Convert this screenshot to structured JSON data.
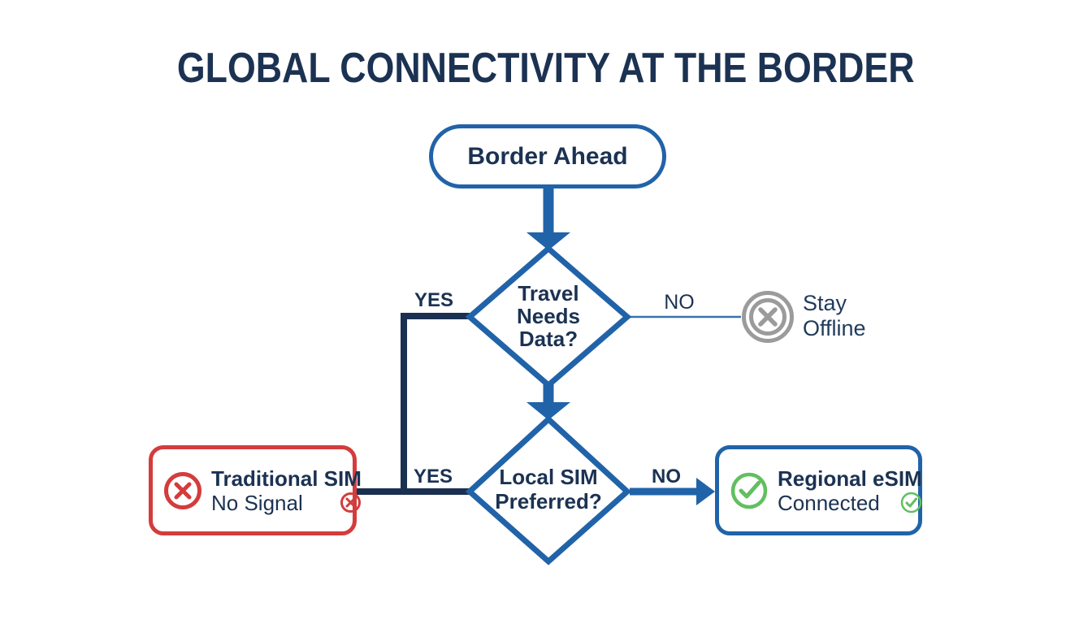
{
  "title": "GLOBAL CONNECTIVITY AT THE BORDER",
  "nodes": {
    "start": {
      "label": "Border Ahead"
    },
    "decision1": {
      "label": "Travel\nNeeds\nData?"
    },
    "decision2": {
      "label": "Local SIM\nPreferred?"
    },
    "offline": {
      "label": "Stay\nOffline",
      "icon": "offline-circle-x-icon"
    },
    "traditional_sim": {
      "title": "Traditional SIM",
      "subtitle": "No Signal",
      "icon": "circle-x-icon",
      "status": "negative"
    },
    "regional_esim": {
      "title": "Regional eSIM",
      "subtitle": "Connected",
      "icon": "circle-check-icon",
      "status": "positive"
    }
  },
  "edges": {
    "decision1_yes": "YES",
    "decision1_no": "NO",
    "decision2_yes": "YES",
    "decision2_no": "NO"
  },
  "colors": {
    "blue": "#2163a8",
    "navy_text": "#1b3252",
    "navy_line": "#1b3050",
    "red": "#d43c3c",
    "green": "#62bf60",
    "gray": "#9b9b9b",
    "background": "#ffffff"
  }
}
